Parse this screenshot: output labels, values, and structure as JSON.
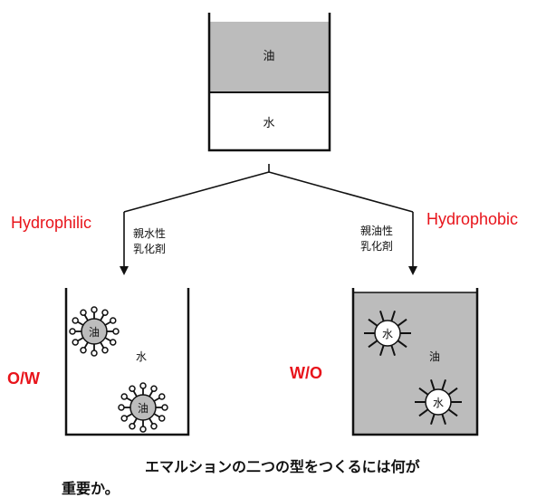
{
  "top_container": {
    "oil_label": "油",
    "water_label": "水"
  },
  "left_branch": {
    "annotation": "Hydrophilic",
    "emulsifier_line1": "親水性",
    "emulsifier_line2": "乳化剤",
    "type_label": "O/W",
    "continuous_phase_label": "水",
    "droplet_label": "油"
  },
  "right_branch": {
    "annotation": "Hydrophobic",
    "emulsifier_line1": "親油性",
    "emulsifier_line2": "乳化剤",
    "type_label": "W/O",
    "continuous_phase_label": "油",
    "droplet_label": "水"
  },
  "caption": {
    "line1": "エマルションの二つの型をつくるには何が",
    "line2": "重要か。"
  },
  "colors": {
    "annotation": "#e8141b",
    "oil_fill": "#bcbcbc",
    "water_fill": "#ffffff",
    "line": "#111111"
  }
}
